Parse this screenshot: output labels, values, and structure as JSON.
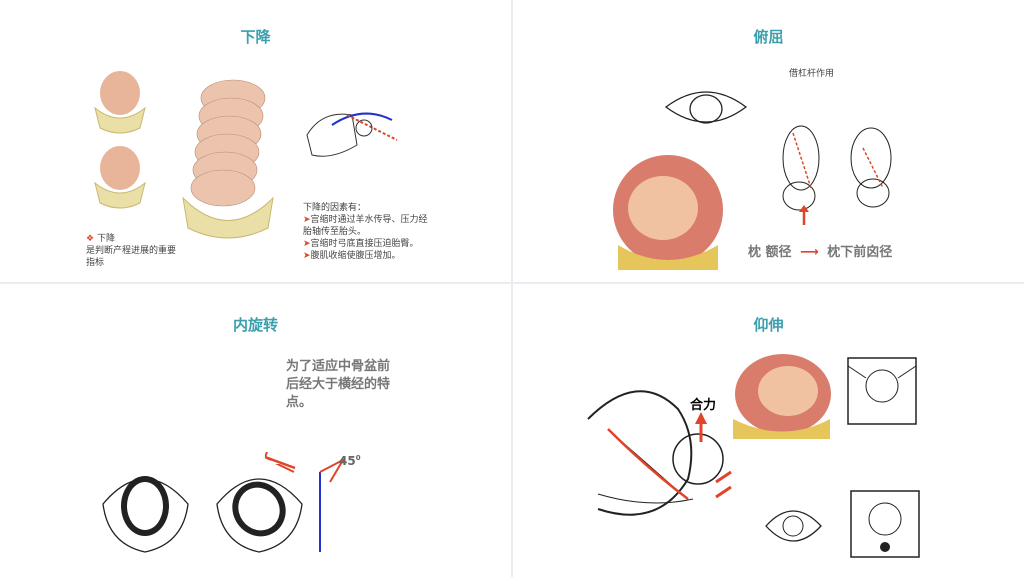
{
  "panels": [
    {
      "title": "下降",
      "note_bullet": "❖",
      "note_title": "下降",
      "note_body": "是判断产程进展的重要指标",
      "factors_title": "下降的因素有：",
      "factors": [
        "宫缩时通过羊水传导、压力经胎轴传至胎头。",
        "宫缩时弓底直接压迫胎臀。",
        "腹肌收缩使腹压增加。"
      ],
      "bullet_mark": "➤"
    },
    {
      "title": "俯屈",
      "caption": "借杠杆作用",
      "from_label": "枕 额径",
      "to_label": "枕下前囟径"
    },
    {
      "title": "内旋转",
      "description": "为了适应中骨盆前后经大于横经的特点。",
      "angle_label": "45",
      "angle_sup": "0"
    },
    {
      "title": "仰伸",
      "force_label": "合力"
    }
  ],
  "colors": {
    "title": "#3ba0ad",
    "arrow": "#e0442a",
    "axis": "#2233cc",
    "force": "#1f3a8a"
  }
}
